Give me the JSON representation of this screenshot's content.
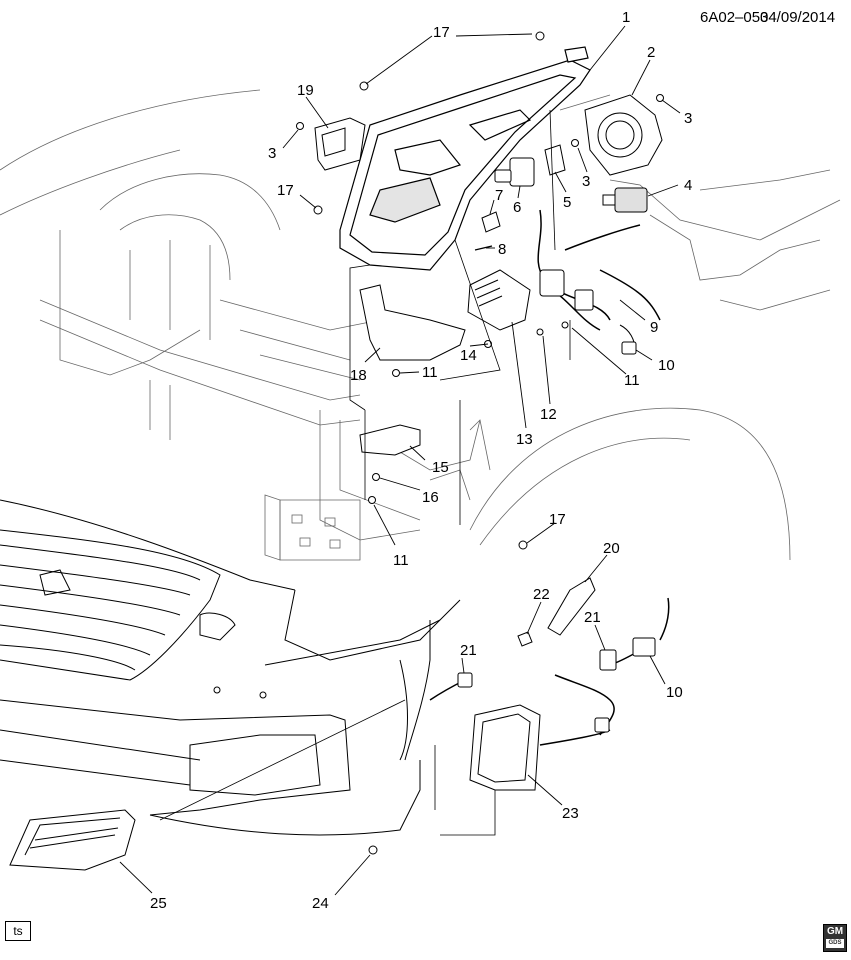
{
  "header": {
    "diagram_id": "6A02–053",
    "date": "04/09/2014"
  },
  "footer": {
    "box_label": "ts",
    "logo_letters": "GM",
    "logo_sub": "GDS"
  },
  "callouts": {
    "c1": "1",
    "c2": "2",
    "c3a": "3",
    "c3b": "3",
    "c3c": "3",
    "c4": "4",
    "c5": "5",
    "c6": "6",
    "c7": "7",
    "c8": "8",
    "c9": "9",
    "c10a": "10",
    "c10b": "10",
    "c11a": "11",
    "c11b": "11",
    "c11c": "11",
    "c12": "12",
    "c13": "13",
    "c14": "14",
    "c15": "15",
    "c16": "16",
    "c17a": "17",
    "c17b": "17",
    "c17c": "17",
    "c18": "18",
    "c19": "19",
    "c20": "20",
    "c21a": "21",
    "c21b": "21",
    "c22": "22",
    "c23": "23",
    "c24": "24",
    "c25": "25"
  },
  "colors": {
    "line": "#000000",
    "faint": "#666666",
    "fill": "#ffffff",
    "shade": "#d0d0d0"
  }
}
